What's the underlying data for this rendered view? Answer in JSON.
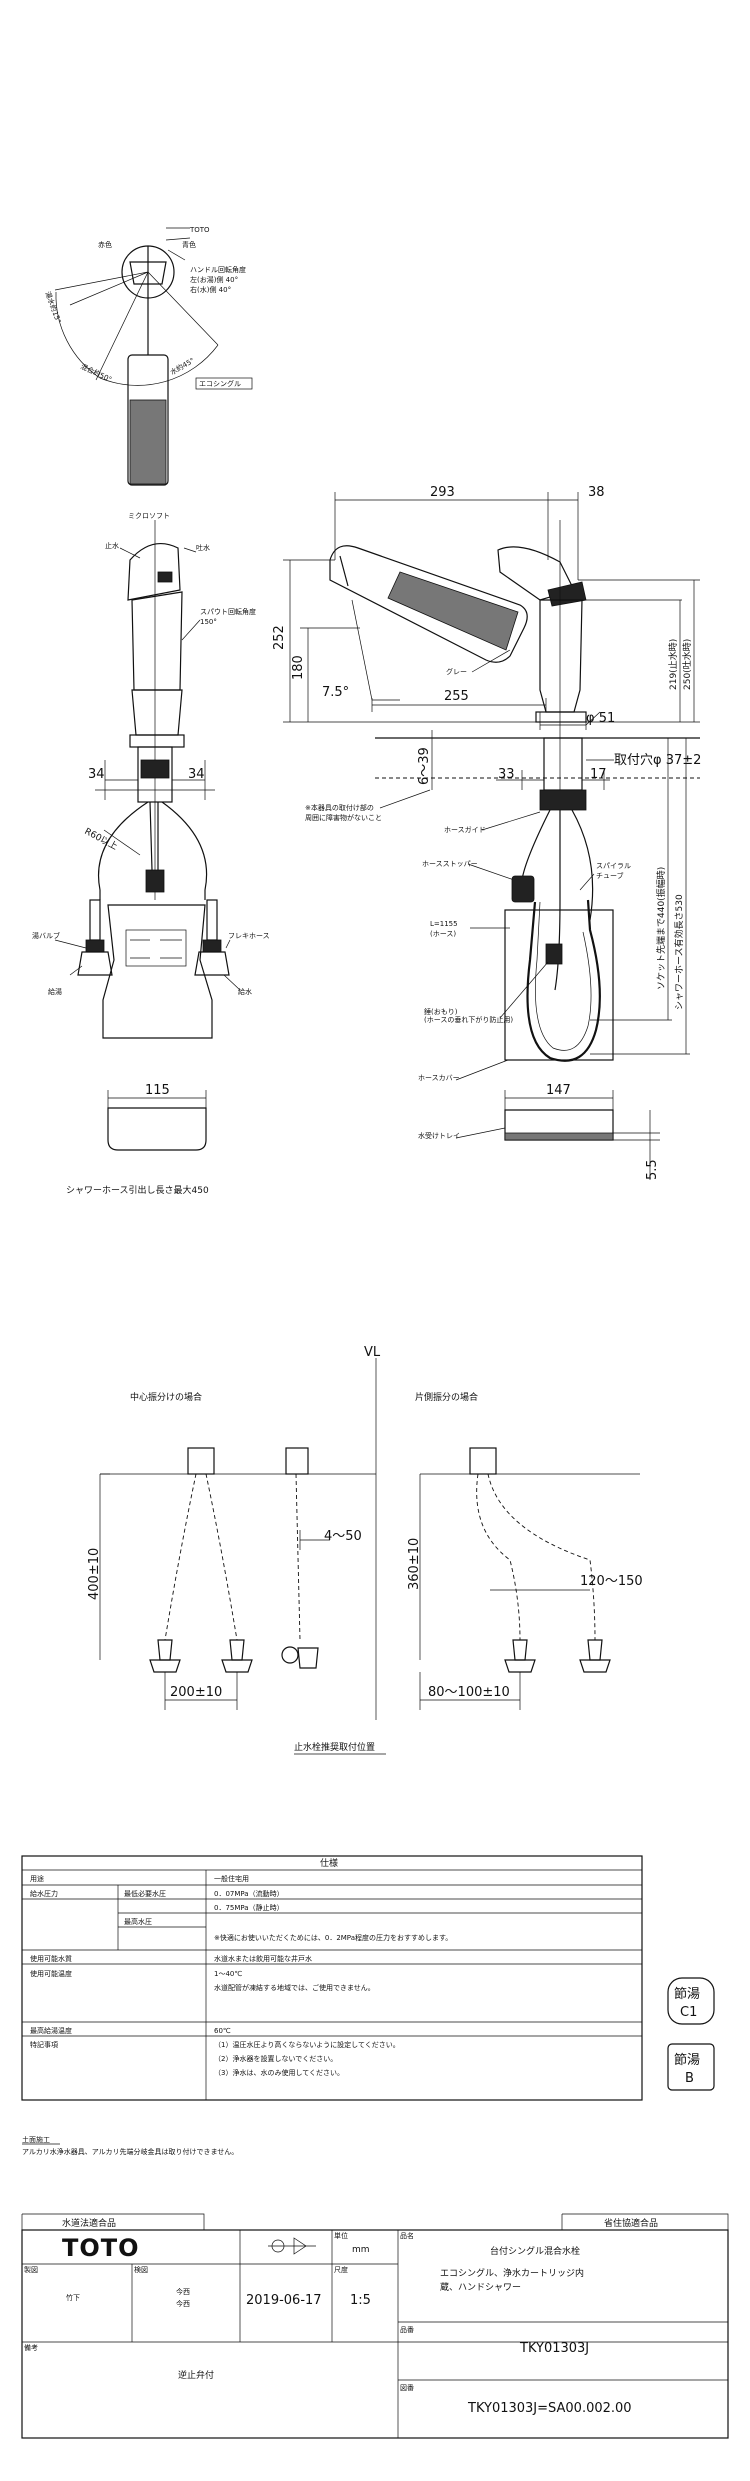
{
  "top_view": {
    "label_toto": "TOTO",
    "label_red": "赤色",
    "label_blue": "青色",
    "label_handle": "ハンドル回転角度",
    "label_handle_a": "左(お湯)側 40°",
    "label_handle_b": "右(水)側 40°",
    "label_hot_angle": "湯水約15°",
    "label_hot_mix": "混合約50°",
    "label_water": "水約45°",
    "label_eco": "エコシングル"
  },
  "front_view": {
    "label_micro": "ミクロソフト",
    "label_stop": "止水",
    "label_water_out": "吐水",
    "label_spout_rot": "スパウト回転角度",
    "label_spout_angle": "150°",
    "dim_34_left": "34",
    "dim_34_right": "34",
    "label_r60": "R60以上",
    "label_hot_valve": "湯バルブ",
    "label_flex": "フレキホース",
    "label_hot": "給湯",
    "label_cold": "給水",
    "dim_115": "115",
    "note_shower": "シャワーホース引出し長さ最大450"
  },
  "side_view": {
    "dim_293": "293",
    "dim_38": "38",
    "dim_252": "252",
    "dim_180": "180",
    "dim_7_5": "7.5°",
    "dim_255": "255",
    "label_gray": "グレー",
    "dim_219": "219(止水時)",
    "dim_250": "250(吐水時)",
    "dim_51": "φ 51",
    "dim_6_39": "6～39",
    "dim_33": "33",
    "dim_17": "17",
    "dim_hole": "取付穴φ 37±2",
    "label_note_a": "※本器具の取付け部の",
    "label_note_b": "周囲に障害物がないこと",
    "label_hose_guide": "ホースガイド",
    "label_hose_stopper": "ホースストッパー",
    "label_spiral": "スパイラル",
    "label_tube": "チューブ",
    "label_l": "L=1155",
    "label_l_sub": "(ホース)",
    "label_weight": "錘(おもり)",
    "label_weight_sub": "(ホースの垂れ下がり防止用)",
    "label_cover": "ホースカバー",
    "dim_147": "147",
    "label_tray": "水受けトレイ",
    "dim_5_5": "5.5",
    "dim_440": "ソケット先端まで440(振幅時)",
    "dim_530": "シャワーホース有効長さ530"
  },
  "piping": {
    "label_vl": "VL",
    "label_center": "中心振分けの場合",
    "label_side": "片側振分の場合",
    "dim_400": "400±10",
    "dim_4_50": "4～50",
    "dim_200": "200±10",
    "dim_360": "360±10",
    "dim_120": "120～150",
    "dim_80": "80～100±10",
    "caption": "止水栓推奨取付位置"
  },
  "spec": {
    "title": "仕様",
    "rows": [
      {
        "k1": "用途",
        "k2": "",
        "v": "一般住宅用"
      },
      {
        "k1": "給水圧力",
        "k2": "最低必要水圧",
        "v": "0．07MPa（流動時）"
      },
      {
        "k1": "",
        "k2": "最高水圧",
        "v": "0．75MPa（静止時）"
      },
      {
        "k1": "",
        "k2": "",
        "v": "※快適にお使いいただくためには、0．2MPa程度の圧力をおすすめします。"
      },
      {
        "k1": "使用可能水質",
        "k2": "",
        "v": "水道水または飲用可能な井戸水"
      },
      {
        "k1": "使用可能温度",
        "k2": "",
        "v": "1～40℃"
      },
      {
        "k1": "",
        "k2": "",
        "v": "水道配管が凍結する地域では、ご使用できません。"
      },
      {
        "k1": "最高給湯温度",
        "k2": "",
        "v": "60℃"
      },
      {
        "k1": "特記事項",
        "k2": "",
        "v": "（1）温圧水圧より高くならないように設定してください。"
      },
      {
        "k1": "",
        "k2": "",
        "v": "（2）浄水器を設置しないでください。"
      },
      {
        "k1": "",
        "k2": "",
        "v": "（3）浄水は、水のみ使用してください。"
      }
    ],
    "badge_c1_a": "節湯",
    "badge_c1_b": "C1",
    "badge_b_a": "節湯",
    "badge_b_b": "B",
    "note_title": "土面施工",
    "note_text": "アルカリ水浄水器具、アルカリ先端分岐金具は取り付けできません。"
  },
  "title_block": {
    "left_header": "水道法適合品",
    "right_header": "省住協適合品",
    "logo": "TOTO",
    "unit_label": "単位",
    "unit": "mm",
    "name_label": "品名",
    "product_name": "台付シングル混合水栓",
    "desc_line1": "エコシングル、浄水カートリッジ内",
    "desc_line2": "蔵、ハンドシャワー",
    "drafter_label": "製図",
    "checker_label": "検図",
    "drafter": "竹下",
    "checker_a": "今西",
    "checker_b": "今西",
    "date": "2019-06-17",
    "scale_label": "尺度",
    "scale": "1:5",
    "number_label": "品番",
    "part_number": "TKY01303J",
    "remark_label": "備考",
    "remark": "逆止弁付",
    "drawing_no_label": "図番",
    "drawing_number": "TKY01303J=SA00.002.00"
  }
}
